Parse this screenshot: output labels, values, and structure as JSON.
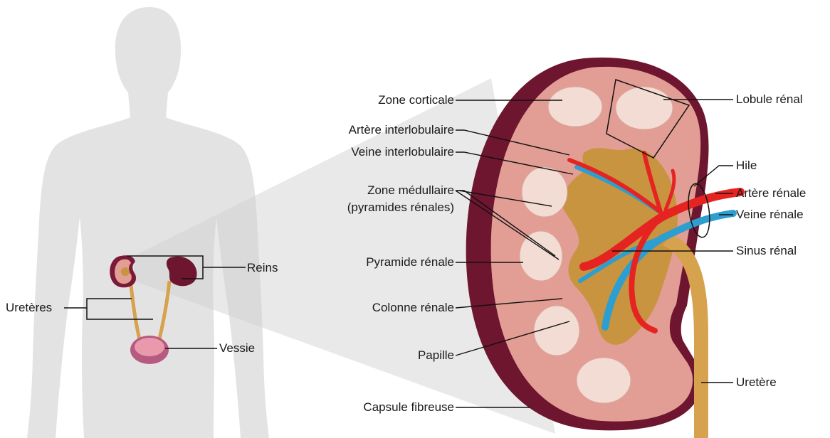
{
  "diagram": {
    "body_labels": {
      "kidneys": "Reins",
      "ureters": "Uretères",
      "bladder": "Vessie"
    },
    "kidney_labels_left": {
      "cortex": "Zone corticale",
      "interlobular_artery": "Artère interlobulaire",
      "interlobular_vein": "Veine interlobulaire",
      "medulla_line1": "Zone médullaire",
      "medulla_line2": "(pyramides rénales)",
      "renal_pyramid": "Pyramide rénale",
      "renal_column": "Colonne rénale",
      "papilla": "Papille",
      "fibrous_capsule": "Capsule fibreuse"
    },
    "kidney_labels_right": {
      "renal_lobule": "Lobule rénal",
      "hilum": "Hile",
      "renal_artery": "Artère rénale",
      "renal_vein": "Veine rénale",
      "renal_sinus": "Sinus rénal",
      "ureter": "Uretère"
    },
    "colors": {
      "silhouette": "#e3e3e3",
      "capsule": "#6e1530",
      "cortex": "#e29d94",
      "medulla_pyramid": "#f3dcd3",
      "sinus": "#c9943f",
      "artery": "#e52421",
      "vein": "#2d9ed0",
      "ureter": "#d7a24e"
    }
  }
}
